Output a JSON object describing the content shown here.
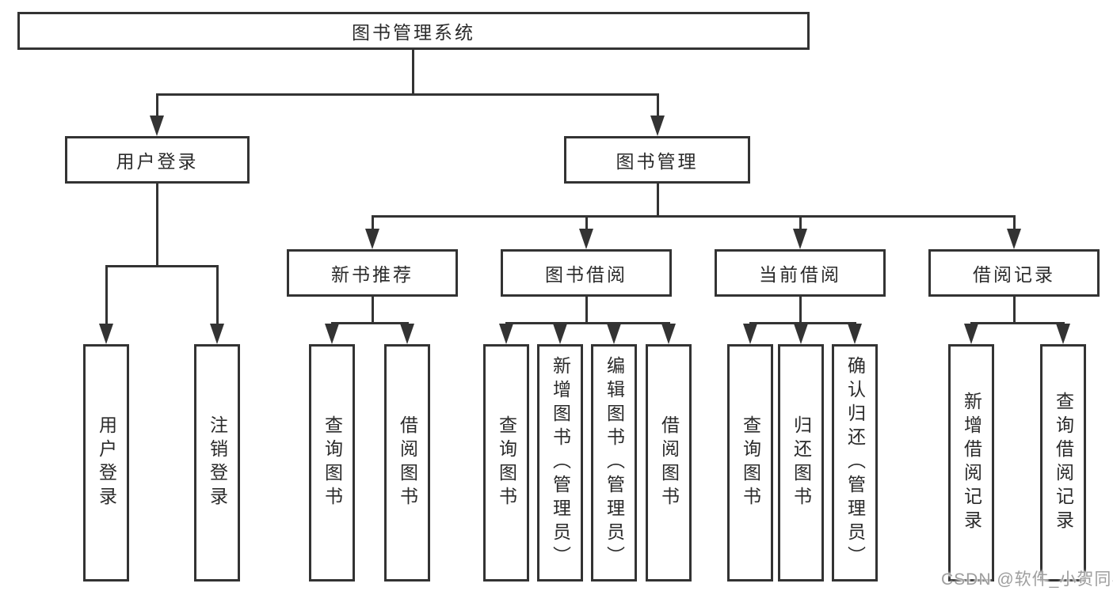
{
  "diagram": {
    "type": "hierarchy-flowchart",
    "colors": {
      "line": "#333333",
      "box_border": "#333333",
      "box_fill": "#ffffff",
      "text": "#2a2a2a",
      "background": "#ffffff",
      "watermark": "#9e9e9e"
    },
    "root": {
      "label": "图书管理系统"
    },
    "modules": [
      {
        "label": "用户登录",
        "children": [
          {
            "label": "用户登录"
          },
          {
            "label": "注销登录"
          }
        ]
      },
      {
        "label": "图书管理",
        "children": [
          {
            "label": "新书推荐",
            "children": [
              {
                "label": "查询图书"
              },
              {
                "label": "借阅图书"
              }
            ]
          },
          {
            "label": "图书借阅",
            "children": [
              {
                "label": "查询图书"
              },
              {
                "label": "新增图书（管理员）"
              },
              {
                "label": "编辑图书（管理员）"
              },
              {
                "label": "借阅图书"
              }
            ]
          },
          {
            "label": "当前借阅",
            "children": [
              {
                "label": "查询图书"
              },
              {
                "label": "归还图书"
              },
              {
                "label": "确认归还（管理员）"
              }
            ]
          },
          {
            "label": "借阅记录",
            "children": [
              {
                "label": "新增借阅记录"
              },
              {
                "label": "查询借阅记录"
              }
            ]
          }
        ]
      }
    ]
  },
  "watermark": {
    "text": "CSDN @软件_小贺同学"
  }
}
